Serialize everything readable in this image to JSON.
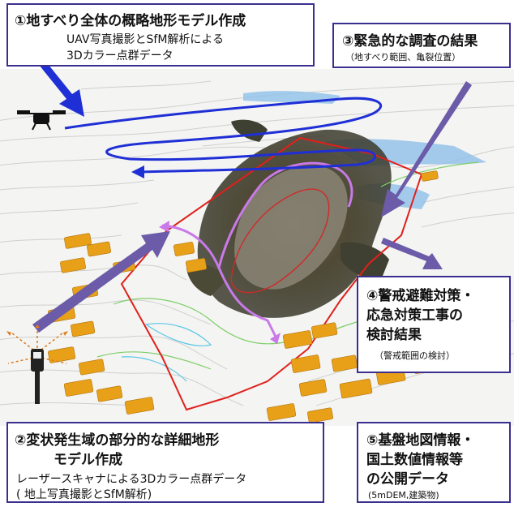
{
  "colors": {
    "box_border": "#3a2f8f",
    "uav_path": "#1f2fd6",
    "arrow_fill": "#6b5ba8",
    "landslide_outline": "#e0201b",
    "crack_line": "#c979e8",
    "building": "#e8a019",
    "contour": "#c8c8c8",
    "green_line": "#7fcf6a",
    "cyan_line": "#5ac8e8",
    "scanner_rays": "#e07a1a"
  },
  "box1": {
    "title": "①地すべり全体の概略地形モデル作成",
    "line1": "UAV写真撮影とSfM解析による",
    "line2": "3Dカラー点群データ"
  },
  "box2": {
    "title": "②変状発生域の部分的な詳細地形",
    "title2": "モデル作成",
    "line1": "レーザースキャナによる3Dカラー点群データ",
    "line2": "( 地上写真撮影とSfM解析)"
  },
  "box3": {
    "title": "③緊急的な調査の結果",
    "sub": "（地すべり範囲、亀裂位置）"
  },
  "box4": {
    "line1": "④警戒避難対策・",
    "line2": "応急対策工事の",
    "line3": "検討結果",
    "sub": "（警戒範囲の検討）"
  },
  "box5": {
    "line1": "⑤基盤地図情報・",
    "line2": "国土数値情報等",
    "line3": "の公開データ",
    "sub": "(5mDEM,建築物)"
  },
  "icons": {
    "drone": "drone-icon",
    "scanner": "laser-scanner-icon"
  }
}
